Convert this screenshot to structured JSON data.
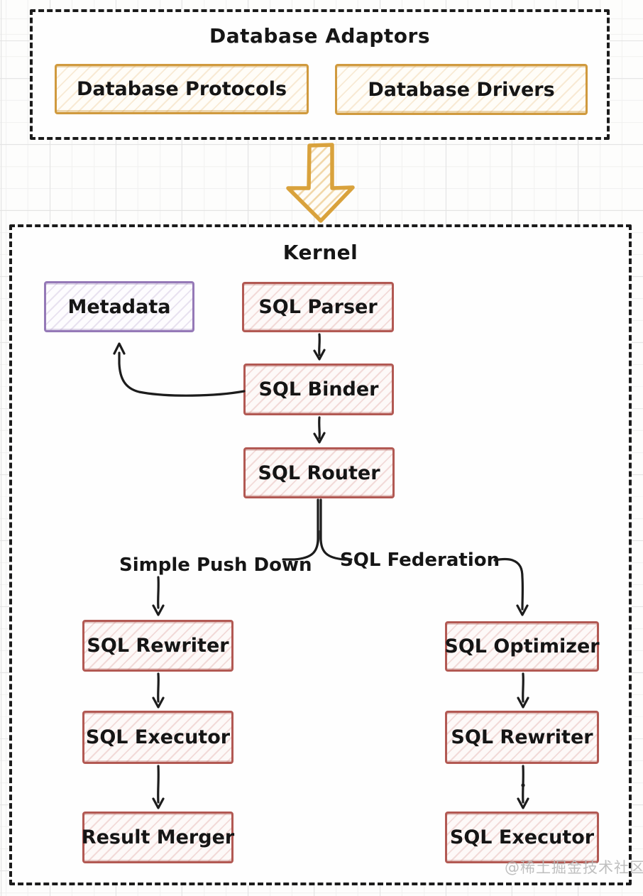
{
  "page": {
    "watermark": "@稀土掘金技术社区",
    "style": "hand-drawn flowchart on graph-paper grid"
  },
  "colors": {
    "amber_border": "#d09a3e",
    "red_border": "#b25953",
    "purple_border": "#9579b7",
    "ink": "#1c1c1c",
    "watermark_gray": "#b8b8b8",
    "grid_minor": "#f1f1f0",
    "grid_major": "#e3e3e3"
  },
  "adaptors": {
    "title": "Database Adaptors",
    "nodes": [
      {
        "label": "Database Protocols",
        "color": "amber"
      },
      {
        "label": "Database Drivers",
        "color": "amber"
      }
    ]
  },
  "flow_arrow": {
    "name": "big-down-arrow",
    "direction": "down",
    "color": "#d9a23c"
  },
  "kernel": {
    "title": "Kernel",
    "nodes": [
      {
        "id": "metadata",
        "label": "Metadata",
        "color": "purple"
      },
      {
        "id": "sql-parser",
        "label": "SQL Parser",
        "color": "red"
      },
      {
        "id": "sql-binder",
        "label": "SQL Binder",
        "color": "red"
      },
      {
        "id": "sql-router",
        "label": "SQL Router",
        "color": "red"
      },
      {
        "id": "sql-rewriter-left",
        "label": "SQL Rewriter",
        "color": "red"
      },
      {
        "id": "sql-executor-left",
        "label": "SQL Executor",
        "color": "red"
      },
      {
        "id": "result-merger",
        "label": "Result Merger",
        "color": "red"
      },
      {
        "id": "sql-optimizer",
        "label": "SQL Optimizer",
        "color": "red"
      },
      {
        "id": "sql-rewriter-right",
        "label": "SQL Rewriter",
        "color": "red"
      },
      {
        "id": "sql-executor-right",
        "label": "SQL Executor",
        "color": "red"
      }
    ],
    "branch_labels": {
      "left": "Simple Push Down",
      "right": "SQL Federation"
    },
    "edges": [
      "Database Adaptors -> Kernel",
      "SQL Parser -> SQL Binder",
      "SQL Binder -> Metadata",
      "SQL Binder -> SQL Router",
      "SQL Router -> Simple Push Down -> SQL Rewriter",
      "SQL Router -> SQL Federation -> SQL Optimizer",
      "SQL Rewriter -> SQL Executor",
      "SQL Executor -> Result Merger",
      "SQL Optimizer -> SQL Rewriter",
      "SQL Rewriter -> SQL Executor"
    ]
  }
}
